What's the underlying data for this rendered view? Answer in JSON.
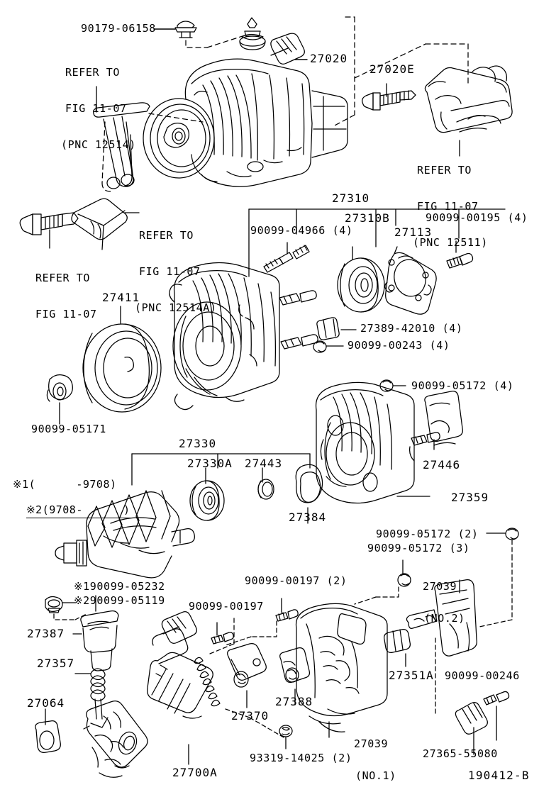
{
  "diagram": {
    "id": "190412-B",
    "title": "ALTERNATOR EXPLODED PARTS DIAGRAM",
    "notes": {
      "mark1": "※1(      -9708)",
      "mark2": "※2(9708-      )"
    }
  },
  "labels": [
    {
      "key": "l_90179_06158",
      "text": "90179-06158",
      "name": "part-label-90179-06158"
    },
    {
      "key": "l_refer_12514",
      "text": "REFER TO\nFIG 11-07\n(PNC 12514)",
      "name": "refer-note-pnc-12514"
    },
    {
      "key": "l_27020",
      "text": "27020",
      "name": "part-label-27020"
    },
    {
      "key": "l_27020E",
      "text": "27020E",
      "name": "part-label-27020e"
    },
    {
      "key": "l_refer_12511",
      "text": "REFER TO\nFIG 11-07\n(PNC 12511)",
      "name": "refer-note-pnc-12511"
    },
    {
      "key": "l_refer_12514A",
      "text": "REFER TO\nFIG 11-07\n(PNC 12514A)",
      "name": "refer-note-pnc-12514a"
    },
    {
      "key": "l_refer_plain",
      "text": "REFER TO\nFIG 11-07",
      "name": "refer-note-fig-11-07"
    },
    {
      "key": "l_27310",
      "text": "27310",
      "name": "part-label-27310"
    },
    {
      "key": "l_27310B",
      "text": "27310B",
      "name": "part-label-27310b"
    },
    {
      "key": "l_27113",
      "text": "27113",
      "name": "part-label-27113"
    },
    {
      "key": "l_90099_04966",
      "text": "90099-04966 (4)",
      "name": "part-label-90099-04966"
    },
    {
      "key": "l_90099_00195",
      "text": "90099-00195 (4)",
      "name": "part-label-90099-00195"
    },
    {
      "key": "l_27389_42010",
      "text": "27389-42010 (4)",
      "name": "part-label-27389-42010"
    },
    {
      "key": "l_90099_00243",
      "text": "90099-00243 (4)",
      "name": "part-label-90099-00243"
    },
    {
      "key": "l_27411",
      "text": "27411",
      "name": "part-label-27411"
    },
    {
      "key": "l_90099_05171",
      "text": "90099-05171",
      "name": "part-label-90099-05171"
    },
    {
      "key": "l_90099_05172_4",
      "text": "90099-05172 (4)",
      "name": "part-label-90099-05172-4"
    },
    {
      "key": "l_27446",
      "text": "27446",
      "name": "part-label-27446"
    },
    {
      "key": "l_27359",
      "text": "27359",
      "name": "part-label-27359"
    },
    {
      "key": "l_27330",
      "text": "27330",
      "name": "part-label-27330"
    },
    {
      "key": "l_27330A",
      "text": "27330A",
      "name": "part-label-27330a"
    },
    {
      "key": "l_27443",
      "text": "27443",
      "name": "part-label-27443"
    },
    {
      "key": "l_27384",
      "text": "27384",
      "name": "part-label-27384"
    },
    {
      "key": "l_90099_05172_2",
      "text": "90099-05172 (2)",
      "name": "part-label-90099-05172-2"
    },
    {
      "key": "l_90099_05172_3",
      "text": "90099-05172 (3)",
      "name": "part-label-90099-05172-3"
    },
    {
      "key": "l_27039_no2",
      "text": "27039\n(NO.2)",
      "name": "part-label-27039-no2"
    },
    {
      "key": "l_27039_no1",
      "text": "27039\n(NO.1)",
      "name": "part-label-27039-no1"
    },
    {
      "key": "l_90099_00197_2",
      "text": "90099-00197 (2)",
      "name": "part-label-90099-00197-2"
    },
    {
      "key": "l_90099_00197",
      "text": "90099-00197",
      "name": "part-label-90099-00197"
    },
    {
      "key": "l_mk1_90099_05232",
      "text": "※190099-05232",
      "name": "part-label-90099-05232"
    },
    {
      "key": "l_mk2_90099_05119",
      "text": "※290099-05119",
      "name": "part-label-90099-05119"
    },
    {
      "key": "l_27387",
      "text": "27387",
      "name": "part-label-27387"
    },
    {
      "key": "l_27357",
      "text": "27357",
      "name": "part-label-27357"
    },
    {
      "key": "l_27064",
      "text": "27064",
      "name": "part-label-27064"
    },
    {
      "key": "l_27700A",
      "text": "27700A",
      "name": "part-label-27700a"
    },
    {
      "key": "l_27370",
      "text": "27370",
      "name": "part-label-27370"
    },
    {
      "key": "l_27388",
      "text": "27388",
      "name": "part-label-27388"
    },
    {
      "key": "l_93319_14025",
      "text": "93319-14025 (2)",
      "name": "part-label-93319-14025"
    },
    {
      "key": "l_27351A",
      "text": "27351A",
      "name": "part-label-27351a"
    },
    {
      "key": "l_90099_00246",
      "text": "90099-00246",
      "name": "part-label-90099-00246"
    },
    {
      "key": "l_27365_55080",
      "text": "27365-55080",
      "name": "part-label-27365-55080"
    }
  ],
  "text": {
    "l_90179_06158": "90179-06158",
    "l_refer_12514_1": "REFER TO",
    "l_refer_12514_2": "FIG 11-07",
    "l_refer_12514_3": "(PNC 12514)",
    "l_27020": "27020",
    "l_27020E": "27020E",
    "l_refer_12511_1": "REFER TO",
    "l_refer_12511_2": "FIG 11-07",
    "l_refer_12511_3": "(PNC 12511)",
    "l_refer_12514A_1": "REFER TO",
    "l_refer_12514A_2": "FIG 11-07",
    "l_refer_12514A_3": "(PNC 12514A)",
    "l_refer_plain_1": "REFER TO",
    "l_refer_plain_2": "FIG 11-07",
    "l_27310": "27310",
    "l_27310B": "27310B",
    "l_27113": "27113",
    "l_90099_04966": "90099-04966 (4)",
    "l_90099_00195": "90099-00195 (4)",
    "l_27389_42010": "27389-42010 (4)",
    "l_90099_00243": "90099-00243 (4)",
    "l_27411": "27411",
    "l_90099_05171": "90099-05171",
    "l_90099_05172_4": "90099-05172 (4)",
    "l_27446": "27446",
    "l_27359": "27359",
    "l_27330": "27330",
    "l_27330A": "27330A",
    "l_27443": "27443",
    "l_27384": "27384",
    "l_90099_05172_2": "90099-05172 (2)",
    "l_90099_05172_3": "90099-05172 (3)",
    "l_27039_no2_a": "27039",
    "l_27039_no2_b": "(NO.2)",
    "l_27039_no1_a": "27039",
    "l_27039_no1_b": "(NO.1)",
    "l_90099_00197_2": "90099-00197 (2)",
    "l_90099_00197": "90099-00197",
    "l_mk1_90099_05232": "※190099-05232",
    "l_mk2_90099_05119": "※290099-05119",
    "l_27387": "27387",
    "l_27357": "27357",
    "l_27064": "27064",
    "l_27700A": "27700A",
    "l_27370": "27370",
    "l_27388": "27388",
    "l_93319_14025": "93319-14025 (2)",
    "l_27351A": "27351A",
    "l_90099_00246": "90099-00246",
    "l_27365_55080": "27365-55080",
    "note_mark1": "※1(      -9708)",
    "note_mark2": "※2(9708-      )",
    "diagram_id": "190412-B"
  },
  "colors": {
    "ink": "#000000",
    "paper": "#ffffff"
  }
}
